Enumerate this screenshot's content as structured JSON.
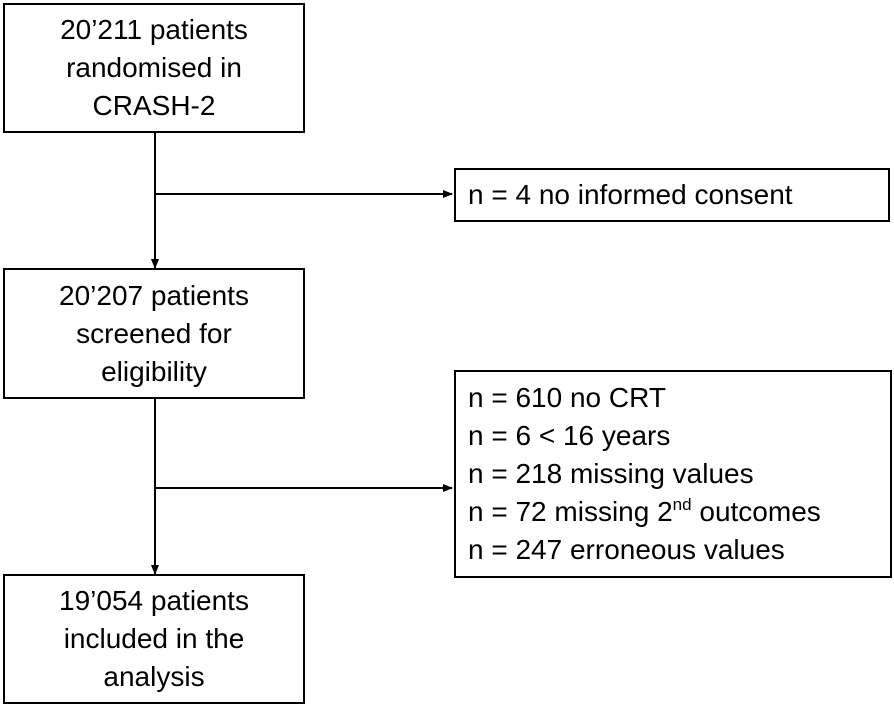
{
  "boxes": {
    "randomised": {
      "lines": [
        "20’211 patients",
        "randomised in",
        "CRASH-2"
      ]
    },
    "screened": {
      "lines": [
        "20’207 patients",
        "screened for",
        "eligibility"
      ]
    },
    "included": {
      "lines": [
        "19’054 patients",
        "included in the",
        "analysis"
      ]
    },
    "exclusion_consent": {
      "lines": [
        "n = 4 no informed consent"
      ]
    },
    "exclusion_eligibility": {
      "lines": [
        "n = 610 no CRT",
        "n = 6 < 16 years",
        "n = 218 missing values",
        {
          "before": "n = 72 missing 2",
          "sup": "nd",
          "after": " outcomes"
        },
        "n = 247 erroneous values"
      ]
    }
  },
  "colors": {
    "line": "#000000",
    "box_border": "#000000",
    "background": "#ffffff"
  }
}
